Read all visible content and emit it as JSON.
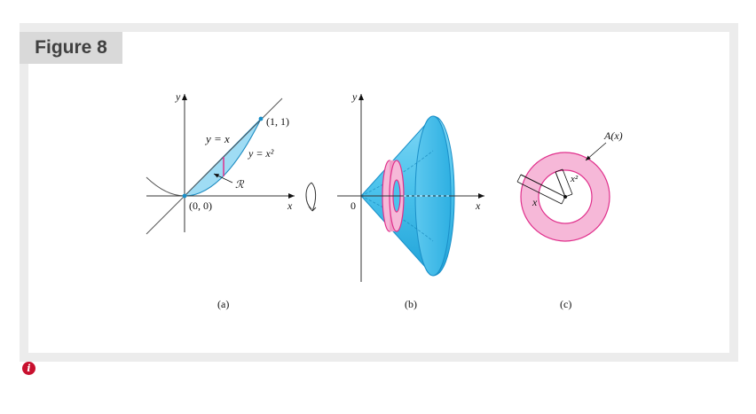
{
  "figure": {
    "title": "Figure 8",
    "panel_a": {
      "y_axis": "y",
      "x_axis": "x",
      "line_label": "y = x",
      "curve_label": "y = x²",
      "point_top": "(1, 1)",
      "origin_label": "(0, 0)",
      "region_label": "ℛ",
      "caption": "(a)"
    },
    "panel_b": {
      "y_axis": "y",
      "x_axis": "x",
      "origin_label": "0",
      "caption": "(b)"
    },
    "panel_c": {
      "area_label": "A(x)",
      "outer_radius_label": "x",
      "inner_radius_label": "x²",
      "caption": "(c)"
    }
  },
  "colors": {
    "region_blue": "#9fdcf4",
    "solid_blue": "#4cc3ec",
    "washer_pink": "#f6b8d8",
    "washer_magenta": "#e0308c"
  },
  "icons": {
    "info": "info-icon"
  }
}
